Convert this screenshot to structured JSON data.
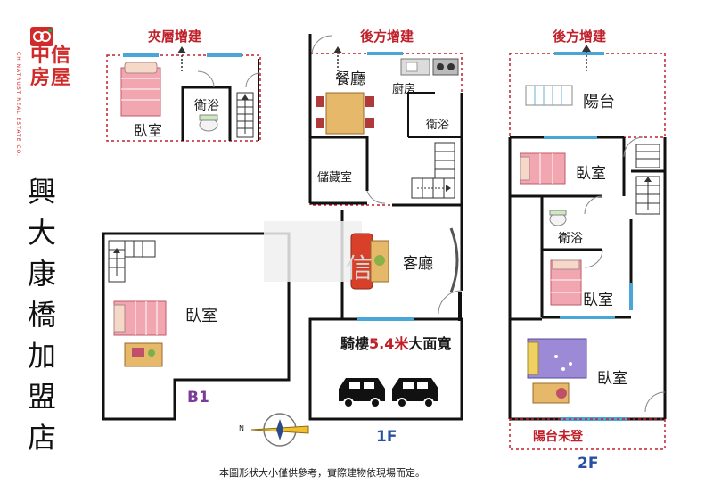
{
  "brand": {
    "name": "中信房屋",
    "name_en": "CHINATRUST REAL ESTATE CO.",
    "store": "興大康橋加盟店",
    "accent": "#d02a2a"
  },
  "floor_labels": {
    "b1": "B1",
    "f1": "1F",
    "f2": "2F"
  },
  "mezzanine": {
    "extension": "夾層增建",
    "bedroom": "臥室",
    "bathroom": "衛浴"
  },
  "b1": {
    "bedroom": "臥室"
  },
  "f1": {
    "extension": "後方增建",
    "dining": "餐廳",
    "kitchen": "廚房",
    "bathroom": "衛浴",
    "storage": "儲藏室",
    "living": "客廳",
    "arcade_prefix": "騎樓",
    "arcade_width": "5.4米",
    "arcade_suffix": "大面寬"
  },
  "f2": {
    "extension": "後方增建",
    "balcony": "陽台",
    "bedroom_1": "臥室",
    "bathroom": "衛浴",
    "bedroom_2": "臥室",
    "bedroom_3": "臥室",
    "balcony_unregistered": "陽台未登"
  },
  "compass": {
    "north": "N"
  },
  "watermark": "信",
  "disclaimer": "本圖形狀大小僅供參考，實際建物依現場而定。",
  "colors": {
    "wall": "#111111",
    "dashed": "#c0202a",
    "window": "#4aa6d6",
    "label_red": "#c0202a",
    "floor_label_1": "#7a3b9a",
    "floor_label_2": "#2850a0"
  }
}
